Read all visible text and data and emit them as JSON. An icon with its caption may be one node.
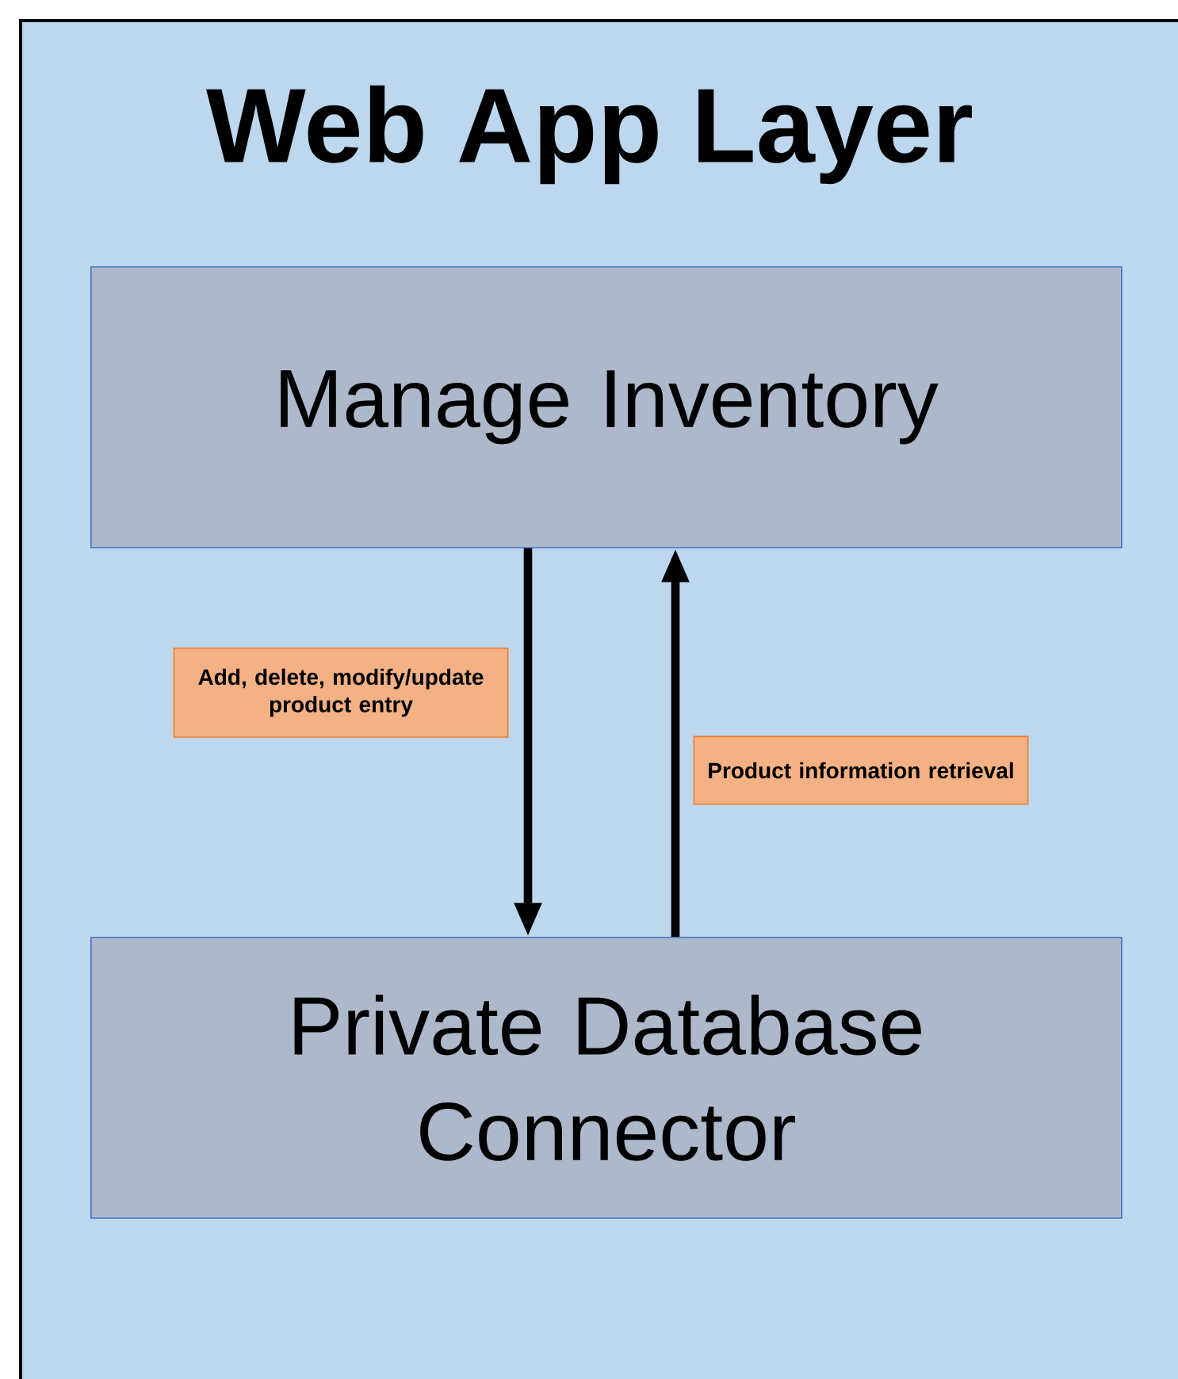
{
  "diagram": {
    "nodes": [
      {
        "text": [
          "Web App Layer"
        ]
      },
      {
        "text": [
          "Manage Inventory"
        ],
        "in": 0
      },
      {
        "text": [
          "Private Database Connector"
        ],
        "in": 0
      }
    ],
    "edges": [
      {
        "from": 1,
        "to": 2,
        "arrow": "to",
        "label": "Add, delete, modify/update product entry"
      },
      {
        "from": 2,
        "to": 1,
        "arrow": "to",
        "label": "Product information retrieval"
      }
    ]
  }
}
